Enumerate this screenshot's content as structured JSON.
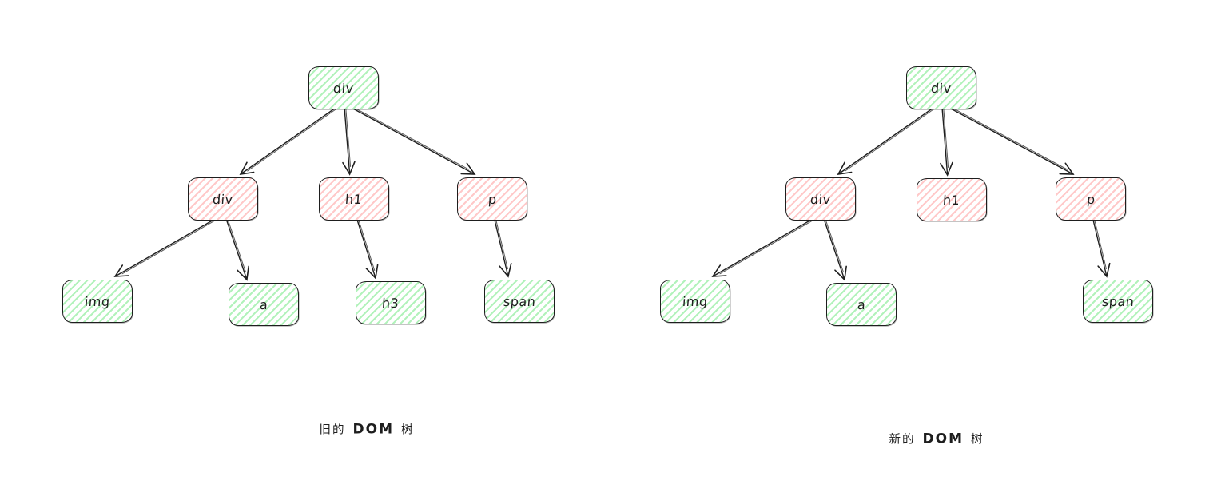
{
  "diagram": {
    "type": "dom-tree-comparison",
    "background": "#ffffff",
    "trees": [
      {
        "id": "old",
        "caption_prefix": "旧的",
        "caption_word": "DOM",
        "caption_suffix": "树",
        "nodes": [
          {
            "id": "div-root",
            "label": "div",
            "color": "green"
          },
          {
            "id": "div",
            "label": "div",
            "color": "pink"
          },
          {
            "id": "h1",
            "label": "h1",
            "color": "pink"
          },
          {
            "id": "p",
            "label": "p",
            "color": "pink"
          },
          {
            "id": "img",
            "label": "img",
            "color": "green"
          },
          {
            "id": "a",
            "label": "a",
            "color": "green"
          },
          {
            "id": "h3",
            "label": "h3",
            "color": "green"
          },
          {
            "id": "span",
            "label": "span",
            "color": "green"
          }
        ],
        "edges": [
          [
            "div-root",
            "div"
          ],
          [
            "div-root",
            "h1"
          ],
          [
            "div-root",
            "p"
          ],
          [
            "div",
            "img"
          ],
          [
            "div",
            "a"
          ],
          [
            "h1",
            "h3"
          ],
          [
            "p",
            "span"
          ]
        ]
      },
      {
        "id": "new",
        "caption_prefix": "新的",
        "caption_word": "DOM",
        "caption_suffix": "树",
        "nodes": [
          {
            "id": "div-root",
            "label": "div",
            "color": "green"
          },
          {
            "id": "div",
            "label": "div",
            "color": "pink"
          },
          {
            "id": "h1",
            "label": "h1",
            "color": "pink"
          },
          {
            "id": "p",
            "label": "p",
            "color": "pink"
          },
          {
            "id": "img",
            "label": "img",
            "color": "green"
          },
          {
            "id": "a",
            "label": "a",
            "color": "green"
          },
          {
            "id": "span",
            "label": "span",
            "color": "green"
          }
        ],
        "edges": [
          [
            "div-root",
            "div"
          ],
          [
            "div-root",
            "h1"
          ],
          [
            "div-root",
            "p"
          ],
          [
            "div",
            "img"
          ],
          [
            "div",
            "a"
          ],
          [
            "p",
            "span"
          ]
        ]
      }
    ]
  },
  "colors": {
    "green_hachure": "#b2f2bb",
    "pink_hachure": "#ffc9c9",
    "stroke": "#1e1e1e",
    "background": "#ffffff"
  }
}
